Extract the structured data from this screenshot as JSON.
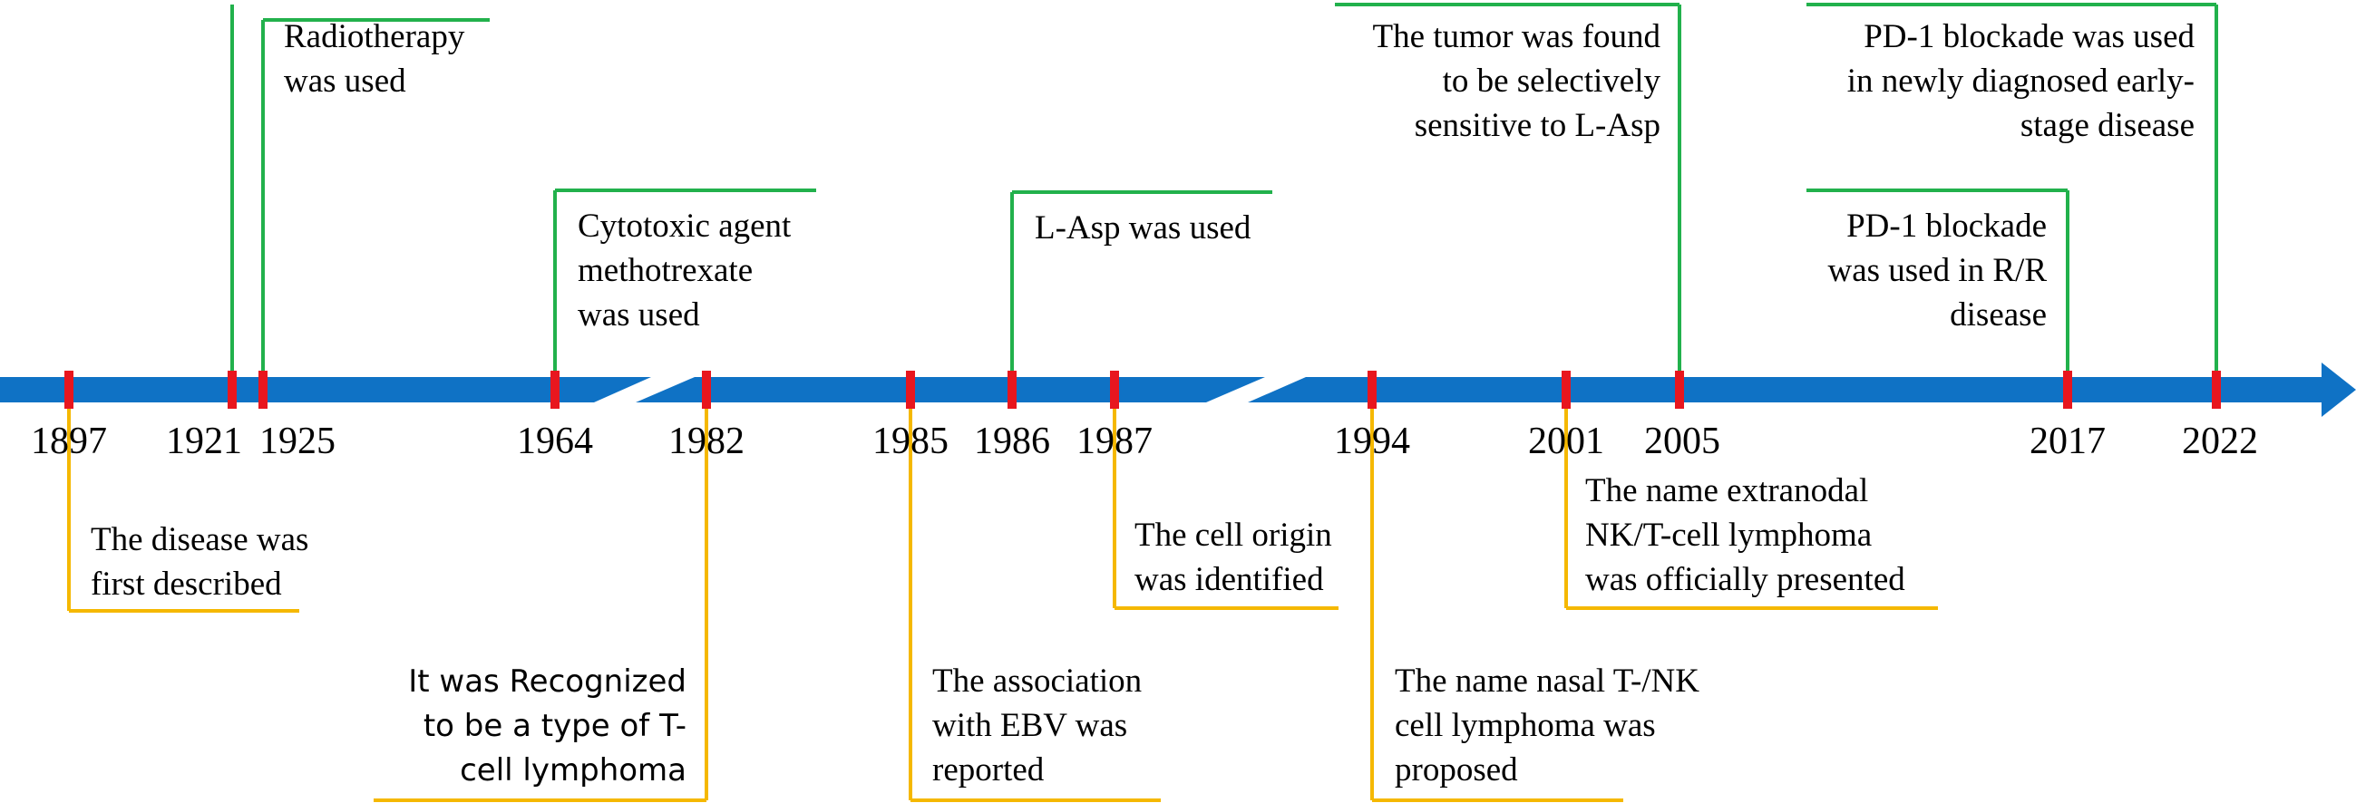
{
  "colors": {
    "axis": "#0F72C5",
    "tick": "#E8161E",
    "above": "#22B14C",
    "below": "#F5B800"
  },
  "timeline": {
    "years": [
      {
        "label": "1897"
      },
      {
        "label": "1921"
      },
      {
        "label": "1925"
      },
      {
        "label": "1964"
      },
      {
        "label": "1982"
      },
      {
        "label": "1985"
      },
      {
        "label": "1986"
      },
      {
        "label": "1987"
      },
      {
        "label": "1994"
      },
      {
        "label": "2001"
      },
      {
        "label": "2005"
      },
      {
        "label": "2017"
      },
      {
        "label": "2022"
      }
    ],
    "events_above": [
      {
        "year": "1921",
        "lines": [
          "Radiotherapy",
          "was used"
        ]
      },
      {
        "year": "1964",
        "lines": [
          "Cytotoxic agent",
          "methotrexate",
          "was used"
        ]
      },
      {
        "year": "1986",
        "lines": [
          "L-Asp was used"
        ]
      },
      {
        "year": "2005",
        "lines": [
          "The tumor was found",
          "to be selectively",
          "sensitive to L-Asp"
        ]
      },
      {
        "year": "2017",
        "lines": [
          "PD-1 blockade",
          "was used in R/R",
          "disease"
        ]
      },
      {
        "year": "2022",
        "lines": [
          "PD-1 blockade was used",
          "in newly diagnosed early-",
          "stage disease"
        ]
      }
    ],
    "events_below": [
      {
        "year": "1897",
        "lines": [
          "The disease was",
          "first described"
        ]
      },
      {
        "year": "1982",
        "lines": [
          "It was Recognized",
          "to be a type of T-",
          "cell lymphoma"
        ]
      },
      {
        "year": "1985",
        "lines": [
          "The association",
          "with EBV was",
          "reported"
        ]
      },
      {
        "year": "1987",
        "lines": [
          "The cell origin",
          "was identified"
        ]
      },
      {
        "year": "1994",
        "lines": [
          "The name nasal T-/NK",
          "cell lymphoma was",
          "proposed"
        ]
      },
      {
        "year": "2001",
        "lines": [
          "The name extranodal",
          "NK/T-cell lymphoma",
          "was officially presented"
        ]
      }
    ]
  }
}
